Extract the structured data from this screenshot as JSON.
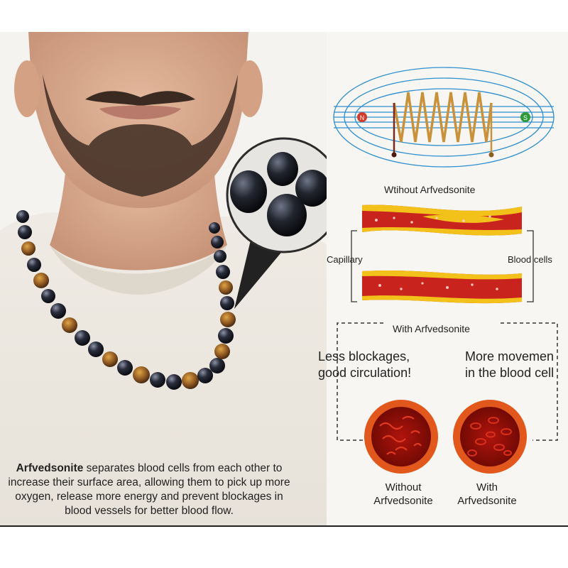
{
  "magnet": {
    "north_pole": "N",
    "south_pole": "S"
  },
  "labels": {
    "without_top": "Wtihout Arfvedsonite",
    "capillary": "Capillary",
    "blood_cells": "Blood cells",
    "with_mid": "With Arfvedsonite"
  },
  "benefits": {
    "left_line1": "Less blockages,",
    "left_line2": "good circulation!",
    "right_line1": "More movemen",
    "right_line2": "in the blood cell"
  },
  "cross_sections": {
    "left_line1": "Without",
    "left_line2": "Arfvedsonite",
    "right_line1": "With",
    "right_line2": "Arfvedsonite"
  },
  "caption": {
    "bold": "Arfvedsonite",
    "rest": " separates blood cells from each other to increase their surface area, allowing them to pick up more oxygen, release more energy and prevent blockages in blood vessels for better blood flow."
  },
  "colors": {
    "vessel_red": "#c8231d",
    "vessel_yellow": "#f3c21a",
    "coil_gold": "#c9923a",
    "field_blue": "#2f8fd0",
    "dashed_line": "#333333"
  }
}
